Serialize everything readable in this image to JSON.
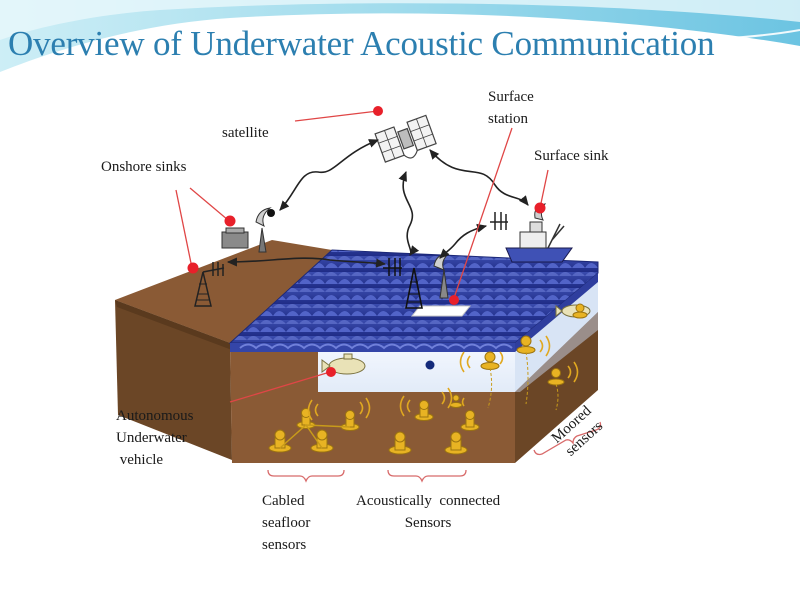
{
  "title": "Overview of Underwater Acoustic Communication",
  "labels": {
    "satellite": "satellite",
    "surface_station": [
      "Surface",
      "station"
    ],
    "surface_sink": "Surface sink",
    "onshore_sinks": "Onshore sinks",
    "auv": [
      "Autonomous",
      "Underwater",
      " vehicle"
    ],
    "moored": [
      "Moored",
      "sensors"
    ],
    "cabled": [
      "Cabled",
      "seafloor",
      "sensors"
    ],
    "acoustic": [
      "Acoustically  connected",
      "Sensors"
    ]
  },
  "colors": {
    "title": "#2c7fb0",
    "ocean": "#2c3c9c",
    "earth": "#8a5a35",
    "land": "#6b4626",
    "water": "#eef3fb",
    "sensor": "#e8b323",
    "marker": "#e8202a",
    "leader": "#e04646"
  }
}
